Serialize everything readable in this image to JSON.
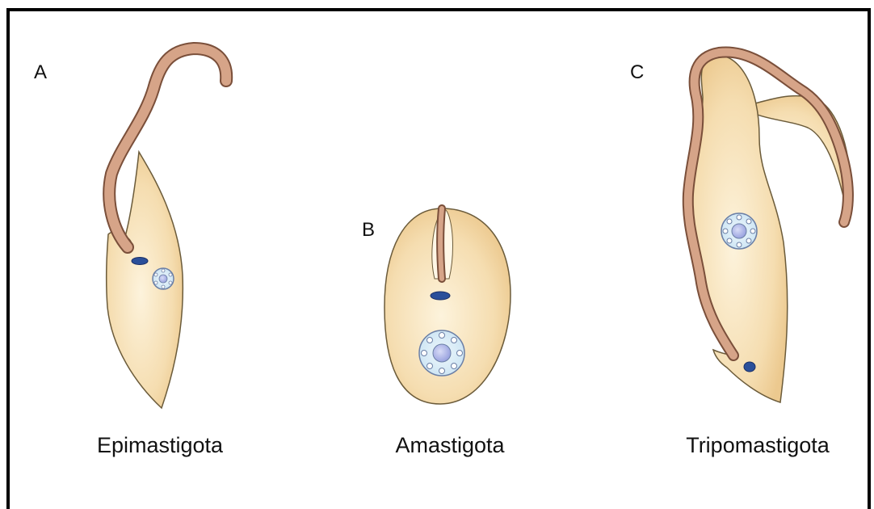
{
  "panels": [
    {
      "letter": "A",
      "caption": "Epimastigota"
    },
    {
      "letter": "B",
      "caption": "Amastigota"
    },
    {
      "letter": "C",
      "caption": "Tripomastigota"
    }
  ],
  "colors": {
    "cell_body": "#f3d9a6",
    "cell_outline": "#6b5b3a",
    "flagellum": "#d6a488",
    "flagellum_outline": "#7a4f3a",
    "kinetoplast": "#2a4f9a",
    "nucleus": "#d9ecf7",
    "nucleolus": "#a8b3e6"
  }
}
